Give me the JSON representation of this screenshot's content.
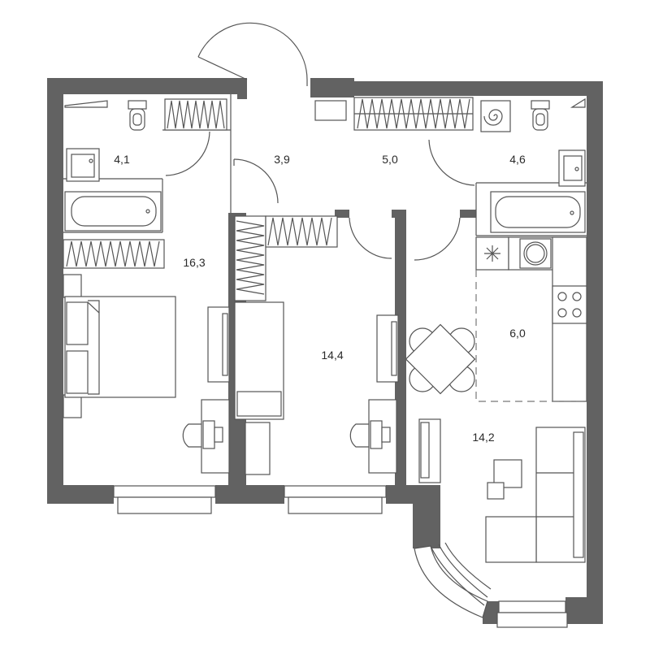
{
  "rooms": [
    {
      "id": "bathroom-1",
      "area": "4,1"
    },
    {
      "id": "hallway",
      "area": "3,9"
    },
    {
      "id": "corridor",
      "area": "5,0"
    },
    {
      "id": "bathroom-2",
      "area": "4,6"
    },
    {
      "id": "bedroom-1",
      "area": "16,3"
    },
    {
      "id": "bedroom-2",
      "area": "14,4"
    },
    {
      "id": "kitchen",
      "area": "6,0"
    },
    {
      "id": "living-room",
      "area": "14,2"
    }
  ],
  "colors": {
    "wall": "#626262",
    "line": "#555555",
    "text": "#2a2a2a",
    "background": "#ffffff"
  }
}
